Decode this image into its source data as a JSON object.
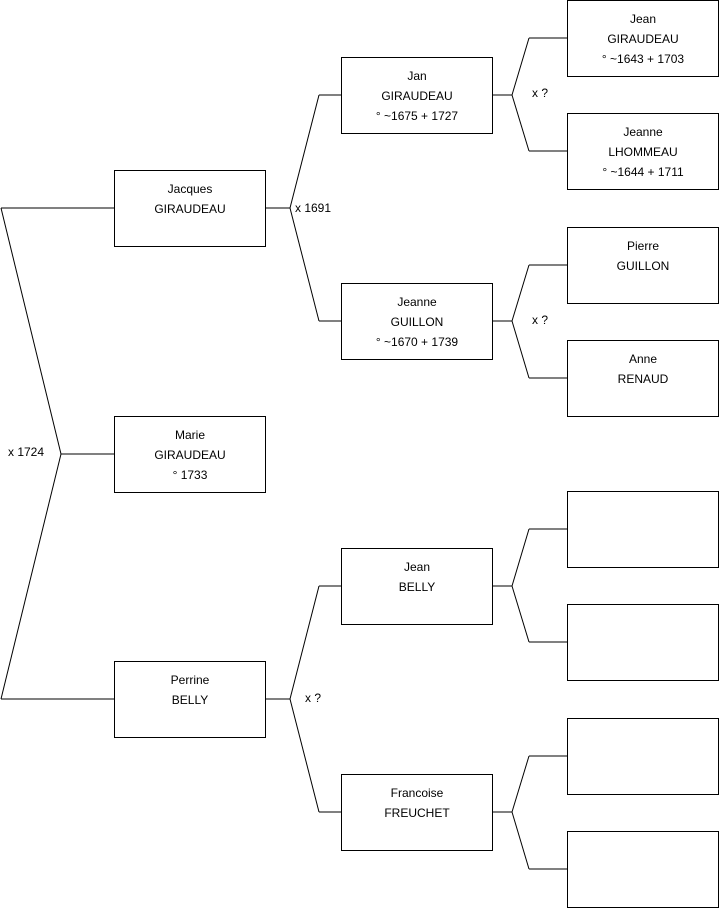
{
  "people": {
    "root": {
      "given": "Marie",
      "surname": "GIRAUDEAU",
      "dates": "° 1733"
    },
    "father": {
      "given": "Jacques",
      "surname": "GIRAUDEAU",
      "dates": ""
    },
    "mother": {
      "given": "Perrine",
      "surname": "BELLY",
      "dates": ""
    },
    "paternal_grandfather": {
      "given": "Jan",
      "surname": "GIRAUDEAU",
      "dates": "° ~1675 + 1727"
    },
    "paternal_grandmother": {
      "given": "Jeanne",
      "surname": "GUILLON",
      "dates": "° ~1670 + 1739"
    },
    "maternal_grandfather": {
      "given": "Jean",
      "surname": "BELLY",
      "dates": ""
    },
    "maternal_grandmother": {
      "given": "Francoise",
      "surname": "FREUCHET",
      "dates": ""
    },
    "ggf_giraudeau": {
      "given": "Jean",
      "surname": "GIRAUDEAU",
      "dates": "° ~1643 + 1703"
    },
    "ggm_lhommeau": {
      "given": "Jeanne",
      "surname": "LHOMMEAU",
      "dates": "° ~1644 + 1711"
    },
    "ggf_guillon": {
      "given": "Pierre",
      "surname": "GUILLON",
      "dates": ""
    },
    "ggm_renaud": {
      "given": "Anne",
      "surname": "RENAUD",
      "dates": ""
    },
    "ggf_belly": {
      "given": "",
      "surname": "",
      "dates": ""
    },
    "ggm_belly": {
      "given": "",
      "surname": "",
      "dates": ""
    },
    "ggf_freuchet": {
      "given": "",
      "surname": "",
      "dates": ""
    },
    "ggm_freuchet": {
      "given": "",
      "surname": "",
      "dates": ""
    }
  },
  "marriages": {
    "parents": "x 1724",
    "paternal_grandparents": "x 1691",
    "maternal_grandparents": "x ?",
    "giraudeau_lhommeau": "x ?",
    "guillon_renaud": "x ?"
  }
}
